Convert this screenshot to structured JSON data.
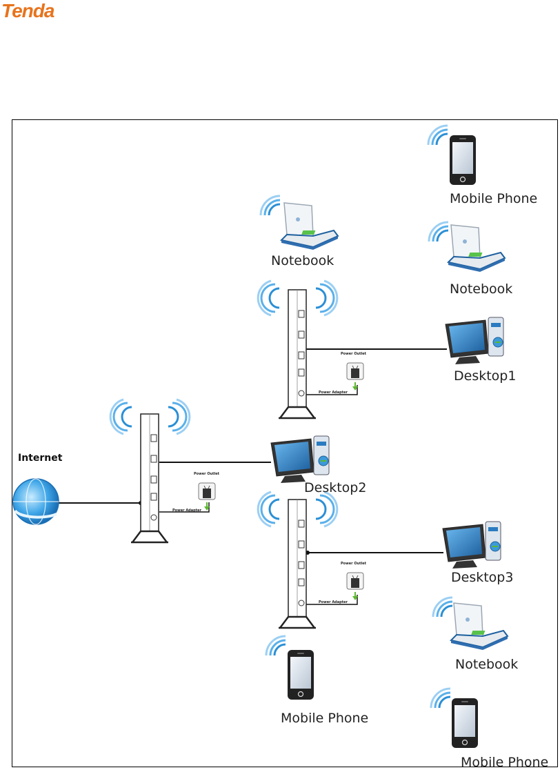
{
  "brand": {
    "logo_text": "Tenda"
  },
  "labels": {
    "internet": "Internet",
    "desktop1": "Desktop1",
    "desktop2": "Desktop2",
    "desktop3": "Desktop3",
    "notebook_center": "Notebook",
    "notebook_right": "Notebook",
    "notebook_bottom": "Notebook",
    "phone_top": "Mobile Phone",
    "phone_center": "Mobile Phone",
    "phone_bottom": "Mobile Phone"
  },
  "adapter": {
    "outlet_label": "Power Outlet",
    "adapter_label": "Power Adapter"
  },
  "colors": {
    "logo": "#e8731c",
    "wifi": "#2a8fd6",
    "screen": "#3a8fcf",
    "cable": "#111111",
    "plug_arrow": "#5cb82e"
  }
}
